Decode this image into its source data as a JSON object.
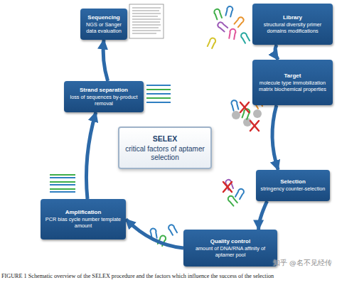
{
  "diagram": {
    "caption": "FIGURE 1 Schematic overview of the SELEX procedure and the factors which influence the success of the selection",
    "nodes": [
      {
        "text": [
          "Sequencing",
          "NGS or Sanger data evaluation"
        ]
      },
      {
        "text": [
          "Library",
          "structural diversity primer domains modifications"
        ]
      },
      {
        "text": [
          "Target",
          "molecule type immobilization matrix biochemical properties"
        ]
      },
      {
        "text": [
          "Selection",
          "stringency counter-selection"
        ]
      },
      {
        "text": [
          "Quality control",
          "amount of DNA/RNA affinity of aptamer pool"
        ]
      },
      {
        "text": [
          "Amplification",
          "PCR bias cycle number template amount"
        ]
      },
      {
        "text": [
          "Strand separation",
          "loss of sequences by-product removal"
        ]
      },
      {
        "text": [
          "SELEX",
          "critical factors of aptamer selection"
        ]
      }
    ],
    "edges": [
      {
        "from": 1,
        "to": 2,
        "arrow": "to"
      },
      {
        "from": 2,
        "to": 3,
        "arrow": "to"
      },
      {
        "from": 3,
        "to": 4,
        "arrow": "to"
      },
      {
        "from": 4,
        "to": 5,
        "arrow": "to"
      },
      {
        "from": 5,
        "to": 6,
        "arrow": "to"
      },
      {
        "from": 6,
        "to": 0,
        "arrow": "to"
      }
    ],
    "labels": [
      "知乎 @名不见经传"
    ]
  }
}
